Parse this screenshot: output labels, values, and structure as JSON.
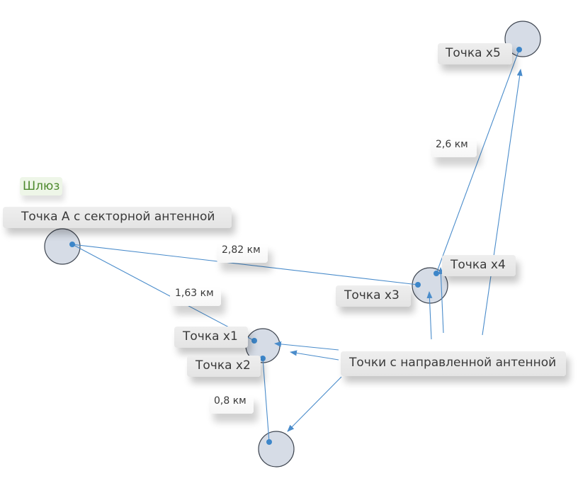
{
  "gateway_label": "Шлюз",
  "sector_label": "Точка А с секторной антенной",
  "directional_label": "Точки с направленной антенной",
  "points": {
    "x1": "Точка х1",
    "x2": "Точка х2",
    "x3": "Точка х3",
    "x4": "Точка х4",
    "x5": "Точка х5"
  },
  "distances": {
    "a_x1": "1,63 км",
    "a_x3": "2,82 км",
    "x2_bottom": "0,8 км",
    "x4_x5": "2,6 км"
  },
  "colors": {
    "line": "#4a8ccb",
    "dot": "#3d86c9",
    "node_fill": "#d6dce6",
    "gateway_text": "#4e8a2e"
  }
}
